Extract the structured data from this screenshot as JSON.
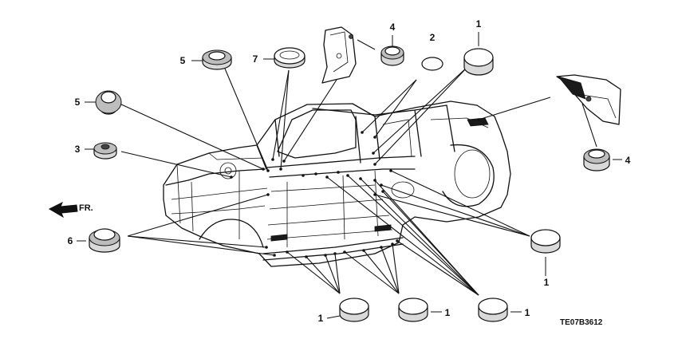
{
  "diagram": {
    "code": "TE07B3612",
    "front_label": "FR.",
    "callouts": {
      "c1_top": "1",
      "c2": "2",
      "c4_top": "4",
      "c5_top": "5",
      "c7": "7",
      "c5_left": "5",
      "c3": "3",
      "c4_right": "4",
      "c6": "6",
      "c1_right": "1",
      "c1_bottom_left": "1",
      "c1_bottom_mid": "1",
      "c1_bottom_right": "1"
    }
  }
}
